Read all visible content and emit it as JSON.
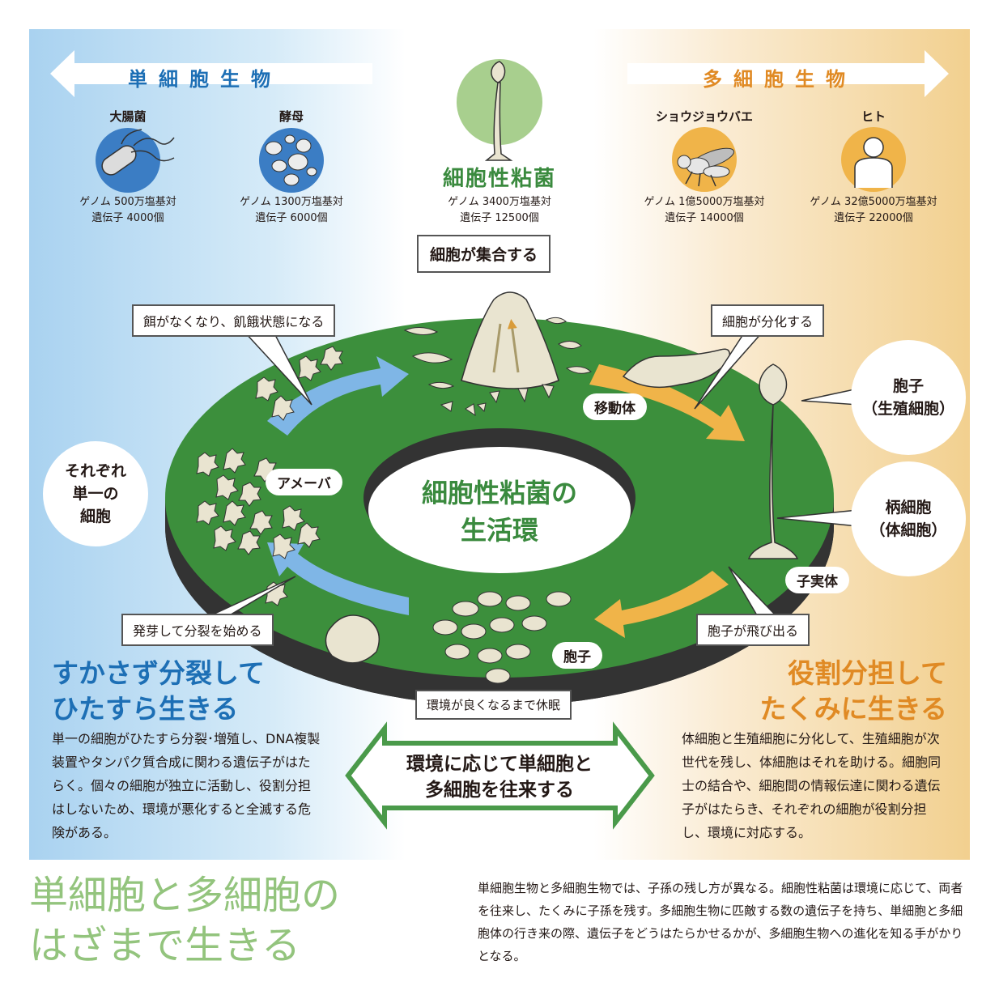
{
  "header": {
    "left": "単細胞生物",
    "right": "多細胞生物"
  },
  "organisms": {
    "ecoli": {
      "name": "大腸菌",
      "genome": "ゲノム 500万塩基対",
      "genes": "遺伝子 4000個"
    },
    "yeast": {
      "name": "酵母",
      "genome": "ゲノム 1300万塩基対",
      "genes": "遺伝子 6000個"
    },
    "slime": {
      "name": "細胞性粘菌",
      "genome": "ゲノム 3400万塩基対",
      "genes": "遺伝子 12500個"
    },
    "fly": {
      "name": "ショウジョウバエ",
      "genome": "ゲノム 1億5000万塩基対",
      "genes": "遺伝子 14000個"
    },
    "human": {
      "name": "ヒト",
      "genome": "ゲノム 32億5000万塩基対",
      "genes": "遺伝子 22000個"
    }
  },
  "cycle": {
    "center_line1": "細胞性粘菌の",
    "center_line2": "生活環",
    "aggregate": "細胞が集合する",
    "starve": "餌がなくなり、飢餓状態になる",
    "differentiate": "細胞が分化する",
    "germinate": "発芽して分裂を始める",
    "spores_out": "胞子が飛び出る",
    "dormant": "環境が良くなるまで休眠",
    "amoeba": "アメーバ",
    "slug": "移動体",
    "fruiting": "子実体",
    "spore": "胞子"
  },
  "circles": {
    "single_l1": "それぞれ",
    "single_l2": "単一の",
    "single_l3": "細胞",
    "spore_l1": "胞子",
    "spore_l2": "（生殖細胞）",
    "stalk_l1": "柄細胞",
    "stalk_l2": "（体細胞）"
  },
  "left_section": {
    "title_l1": "すかさず分裂して",
    "title_l2": "ひたすら生きる",
    "body": "単一の細胞がひたすら分裂･増殖し、DNA複製装置やタンパク質合成に関わる遺伝子がはたらく。個々の細胞が独立に活動し、役割分担はしないため、環境が悪化すると全滅する危険がある。"
  },
  "right_section": {
    "title_l1": "役割分担して",
    "title_l2": "たくみに生きる",
    "body": "体細胞と生殖細胞に分化して、生殖細胞が次世代を残し、体細胞はそれを助ける。細胞同士の結合や、細胞間の情報伝達に関わる遺伝子がはたらき、それぞれの細胞が役割分担し、環境に対応する。"
  },
  "center_arrow": {
    "line1": "環境に応じて単細胞と",
    "line2": "多細胞を往来する"
  },
  "footer": {
    "title_l1": "単細胞と多細胞の",
    "title_l2": "はざまで生きる",
    "body": "単細胞生物と多細胞生物では、子孫の残し方が異なる。細胞性粘菌は環境に応じて、両者を往来し、たくみに子孫を残す。多細胞生物に匹敵する数の遺伝子を持ち、単細胞と多細胞体の行き来の際、遺伝子をどうはたらかせるかが、多細胞生物への進化を知る手がかりとなる。"
  },
  "colors": {
    "blue": "#1d6fb5",
    "orange": "#e08a24",
    "green": "#3a8a3e",
    "ring": "#3c8f3c",
    "light_green_title": "#93c47d"
  }
}
